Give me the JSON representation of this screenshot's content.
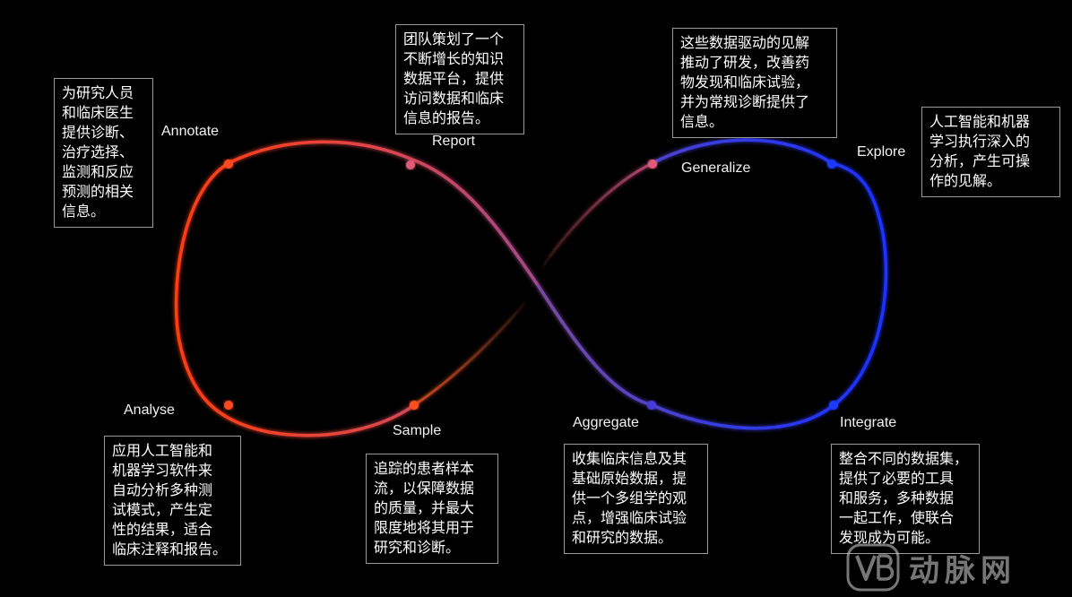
{
  "stages": {
    "annotate": "Annotate",
    "report": "Report",
    "generalize": "Generalize",
    "explore": "Explore",
    "analyse": "Analyse",
    "sample": "Sample",
    "aggregate": "Aggregate",
    "integrate": "Integrate"
  },
  "descriptions": {
    "annotate": [
      "为研究人员",
      "和临床医生",
      "提供诊断、",
      "治疗选择、",
      "监测和反应",
      "预测的相关",
      "信息。"
    ],
    "report": [
      "团队策划了一个",
      "不断增长的知识",
      "数据平台，提供",
      "访问数据和临床",
      "信息的报告。"
    ],
    "generalize": [
      "这些数据驱动的见解",
      "推动了研发，改善药",
      "物发现和临床试验，",
      "并为常规诊断提供了",
      "信息。"
    ],
    "explore": [
      "人工智能和机器",
      "学习执行深入的",
      "分析，产生可操",
      "作的见解。"
    ],
    "analyse": [
      "应用人工智能和",
      "机器学习软件来",
      "自动分析多种测",
      "试模式，产生定",
      "性的结果，适合",
      "临床注释和报告。"
    ],
    "sample": [
      "追踪的患者样本",
      "流，以保障数据",
      "的质量，并最大",
      "限度地将其用于",
      "研究和诊断。"
    ],
    "aggregate": [
      "收集临床信息及其",
      "基础原始数据，提",
      "供一个多组学的观",
      "点，增强临床试验",
      "和研究的数据。"
    ],
    "integrate": [
      "整合不同的数据集，",
      "提供了必要的工具",
      "和服务，多种数据",
      "一起工作，使联合",
      "发现成为可能。"
    ]
  },
  "watermark": {
    "logo": "VB",
    "text": "动脉网"
  },
  "colors": {
    "left_loop": "#ff4a1a",
    "center": "#8a4a8a",
    "right_loop": "#1f3bff",
    "background": "#000000",
    "box_border": "#9a9a9a"
  }
}
